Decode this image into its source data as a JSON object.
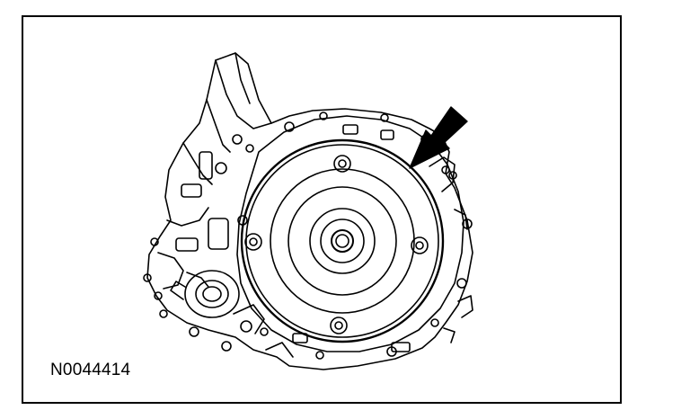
{
  "figure": {
    "id_label": "N0044414",
    "line_color": "#000000",
    "background": "#ffffff",
    "subject": "transmission-with-torque-converter",
    "callout": "arrow"
  }
}
